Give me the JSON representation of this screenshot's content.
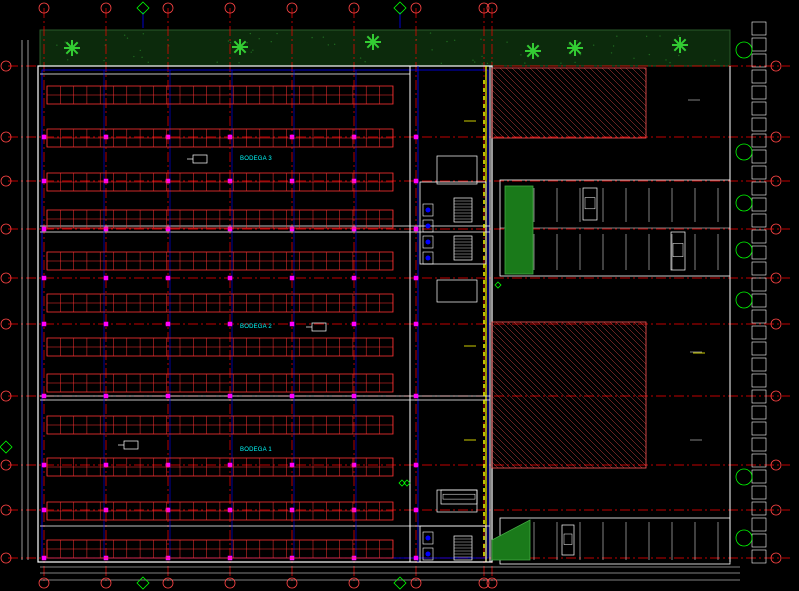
{
  "drawing": {
    "zones": [
      {
        "id": "bodega-3",
        "label": "BODEGA 3"
      },
      {
        "id": "bodega-2",
        "label": "BODEGA 2"
      },
      {
        "id": "bodega-1",
        "label": "BODEGA 1"
      }
    ],
    "colors": {
      "background": "#000000",
      "gridline": "#ff0000",
      "wall": "#ffffff",
      "structure": "#0000ff",
      "rack": "#ff3333",
      "label": "#00ffff",
      "landscape": "#00aa00",
      "bubble": "#00ff00",
      "accent": "#ffff00",
      "hatch": "#ff5555"
    },
    "icons": [
      "grid-bubble-icon",
      "tree-icon",
      "forklift-icon",
      "car-icon",
      "stair-icon",
      "north-arrow-icon"
    ]
  }
}
